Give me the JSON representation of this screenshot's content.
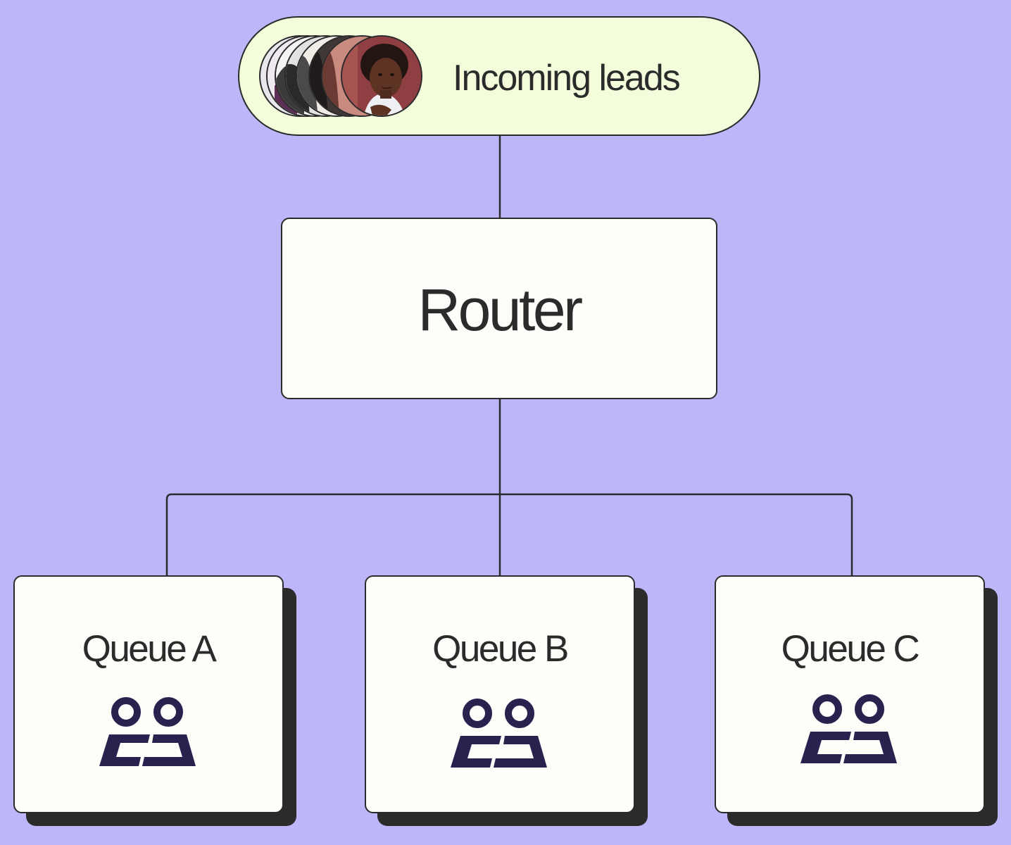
{
  "colors": {
    "background": "#bdb7f9",
    "leads_pill_fill": "#f3fddc",
    "box_fill": "#fefdf9",
    "stroke": "#2b2b2b",
    "icon": "#29224f"
  },
  "incoming": {
    "label": "Incoming leads",
    "avatar_count": 8
  },
  "router": {
    "label": "Router"
  },
  "queues": [
    {
      "label": "Queue A",
      "icon": "people-icon"
    },
    {
      "label": "Queue B",
      "icon": "people-icon"
    },
    {
      "label": "Queue C",
      "icon": "people-icon"
    }
  ]
}
